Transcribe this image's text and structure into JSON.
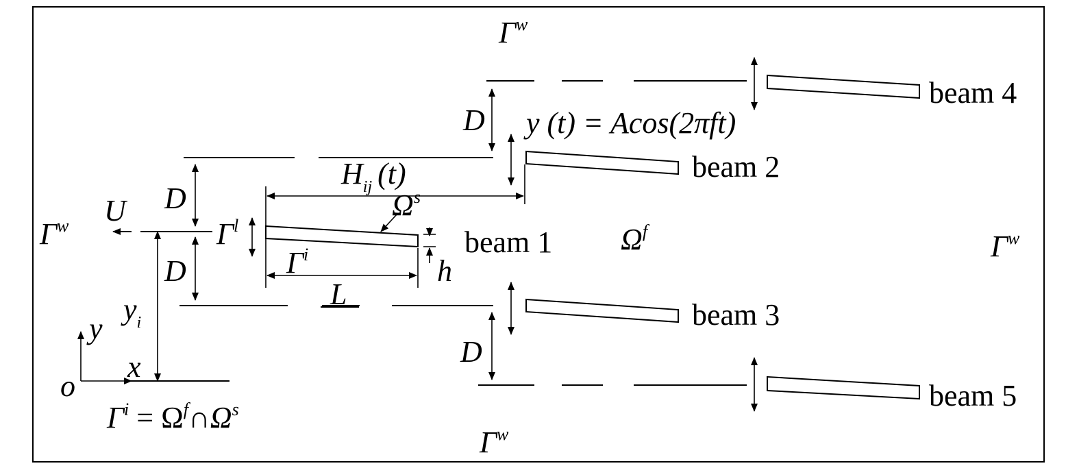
{
  "labels": {
    "gamma_w_top": "Γ",
    "gamma_w_bottom": "Γ",
    "gamma_w_left": "Γ",
    "gamma_w_right": "Γ",
    "w_sup": "w",
    "velocity": "U",
    "distance_D": "D",
    "motion_eq": "y (t) = Acos(2πft)",
    "gap_H": "H",
    "gap_H_sub": "ij",
    "gap_H_arg": "(t)",
    "omega_s": "Ω",
    "s_sup": "s",
    "omega_f": "Ω",
    "f_sup": "f",
    "gamma_l": "Γ",
    "l_sup": "l",
    "gamma_i": "Γ",
    "i_sup": "i",
    "length_L": "L",
    "thickness_h": "h",
    "y_i": "y",
    "i_sub": "i",
    "axis_y": "y",
    "axis_x": "x",
    "origin": "o",
    "interface_eq_left": "Γ",
    "interface_eq_mid": " = Ω",
    "interface_eq_cap": "∩Ω"
  },
  "beams": {
    "beam_1": "beam 1",
    "beam_2": "beam 2",
    "beam_3": "beam 3",
    "beam_4": "beam 4",
    "beam_5": "beam 5"
  }
}
